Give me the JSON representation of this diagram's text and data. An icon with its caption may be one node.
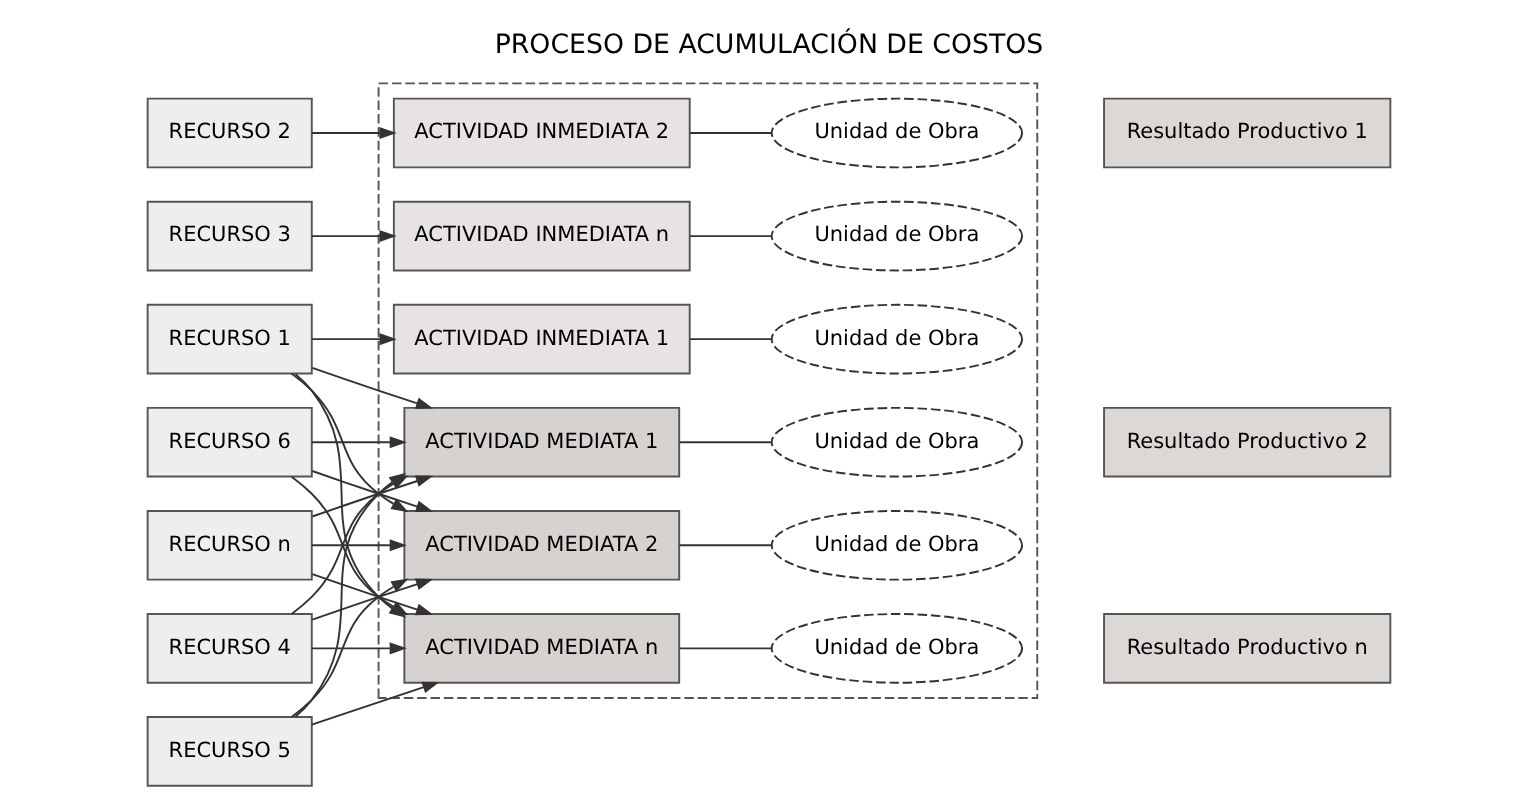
{
  "diagram": {
    "title": "PROCESO DE ACUMULACIÓN DE COSTOS",
    "nodes": [
      {
        "text": [],
        "shape": "box"
      },
      {
        "text": [
          "RECURSO 1"
        ]
      },
      {
        "text": [
          "RECURSO 2"
        ]
      },
      {
        "text": [
          "RECURSO 3"
        ]
      },
      {
        "text": [
          "RECURSO 4"
        ]
      },
      {
        "text": [
          "RECURSO 5"
        ]
      },
      {
        "text": [
          "RECURSO 6"
        ]
      },
      {
        "text": [
          "RECURSO n"
        ]
      },
      {
        "text": [
          "ACTIVIDAD INMEDIATA 1"
        ],
        "in": 0
      },
      {
        "text": [
          "ACTIVIDAD INMEDIATA 2"
        ],
        "in": 0
      },
      {
        "text": [
          "ACTIVIDAD INMEDIATA n"
        ],
        "in": 0
      },
      {
        "text": [
          "ACTIVIDAD MEDIATA 1"
        ],
        "in": 0
      },
      {
        "text": [
          "ACTIVIDAD MEDIATA 2"
        ],
        "in": 0
      },
      {
        "text": [
          "ACTIVIDAD MEDIATA n"
        ],
        "in": 0
      },
      {
        "text": [
          "Unidad de Obra"
        ],
        "in": 0
      },
      {
        "text": [
          "Unidad de Obra"
        ],
        "in": 0
      },
      {
        "text": [
          "Unidad de Obra"
        ],
        "in": 0
      },
      {
        "text": [
          "Unidad de Obra"
        ],
        "in": 0
      },
      {
        "text": [
          "Unidad de Obra"
        ],
        "in": 0
      },
      {
        "text": [
          "Unidad de Obra"
        ],
        "in": 0
      },
      {
        "text": [
          "Resultado Productivo 1"
        ]
      },
      {
        "text": [
          "Resultado Productivo 2"
        ]
      },
      {
        "text": [
          "Resultado Productivo n"
        ]
      }
    ],
    "edges": [
      {
        "from": 1,
        "to": 8,
        "arrow": "to"
      },
      {
        "from": 2,
        "to": 9,
        "arrow": "to"
      },
      {
        "from": 3,
        "to": 10,
        "arrow": "to"
      },
      {
        "from": 1,
        "to": 11,
        "arrow": "to"
      },
      {
        "from": 1,
        "to": 12,
        "arrow": "to"
      },
      {
        "from": 1,
        "to": 13,
        "arrow": "to"
      },
      {
        "from": 4,
        "to": 11,
        "arrow": "to"
      },
      {
        "from": 4,
        "to": 12,
        "arrow": "to"
      },
      {
        "from": 4,
        "to": 13,
        "arrow": "to"
      },
      {
        "from": 5,
        "to": 11,
        "arrow": "to"
      },
      {
        "from": 5,
        "to": 12,
        "arrow": "to"
      },
      {
        "from": 5,
        "to": 13,
        "arrow": "to"
      },
      {
        "from": 6,
        "to": 11,
        "arrow": "to"
      },
      {
        "from": 6,
        "to": 12,
        "arrow": "to"
      },
      {
        "from": 6,
        "to": 13,
        "arrow": "to"
      },
      {
        "from": 7,
        "to": 11,
        "arrow": "to"
      },
      {
        "from": 7,
        "to": 12,
        "arrow": "to"
      },
      {
        "from": 7,
        "to": 13,
        "arrow": "to"
      },
      {
        "from": 8,
        "to": 14,
        "arrow": "none"
      },
      {
        "from": 9,
        "to": 15,
        "arrow": "none"
      },
      {
        "from": 10,
        "to": 16,
        "arrow": "none"
      },
      {
        "from": 11,
        "to": 17,
        "arrow": "none"
      },
      {
        "from": 12,
        "to": 18,
        "arrow": "none"
      },
      {
        "from": 13,
        "to": 19,
        "arrow": "none"
      }
    ]
  }
}
